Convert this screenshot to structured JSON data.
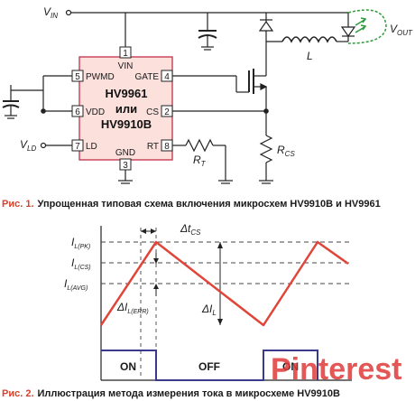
{
  "fig1": {
    "chip_name_1": "HV9961",
    "chip_or": "или",
    "chip_name_2": "HV9910B",
    "pins": {
      "vin": {
        "num": "1",
        "name": "VIN"
      },
      "cs": {
        "num": "2",
        "name": "CS"
      },
      "gnd": {
        "num": "3",
        "name": "GND"
      },
      "gate": {
        "num": "4",
        "name": "GATE"
      },
      "pwmd": {
        "num": "5",
        "name": "PWMD"
      },
      "vdd": {
        "num": "6",
        "name": "VDD"
      },
      "ld": {
        "num": "7",
        "name": "LD"
      },
      "rt": {
        "num": "8",
        "name": "RT"
      }
    },
    "labels": {
      "vin_main": "V",
      "vin_sub": "IN",
      "vout_main": "V",
      "vout_sub": "OUT",
      "vld_main": "V",
      "vld_sub": "LD",
      "inductor": "L",
      "rt_main": "R",
      "rt_sub": "T",
      "rcs_main": "R",
      "rcs_sub": "CS"
    },
    "caption_head": "Рис. 1.",
    "caption_text": "Упрощенная типовая схема включения микросхем HV9910B и HV9961"
  },
  "fig2": {
    "levels": [
      {
        "main": "I",
        "sub": "L(PK)"
      },
      {
        "main": "I",
        "sub": "L(CS)"
      },
      {
        "main": "I",
        "sub": "L(AVG)"
      }
    ],
    "delta_tcs": {
      "main": "Δt",
      "sub": "CS"
    },
    "delta_ierr": {
      "main": "ΔI",
      "sub": "L(ERR)"
    },
    "delta_il": {
      "main": "ΔI",
      "sub": "L"
    },
    "states": [
      "ON",
      "OFF",
      "ON"
    ],
    "caption_head": "Рис. 2.",
    "caption_text": "Иллюстрация метода измерения тока в микросхеме HV9910B"
  },
  "colors": {
    "waveform": "#e0453a",
    "chip_fill": "#fbe0dc",
    "chip_border": "#c0304a",
    "gate_signal": "#3a3a8c",
    "led_arrows": "#2e9a3a",
    "caption": "#d6422a"
  },
  "watermark": "Pinterest"
}
